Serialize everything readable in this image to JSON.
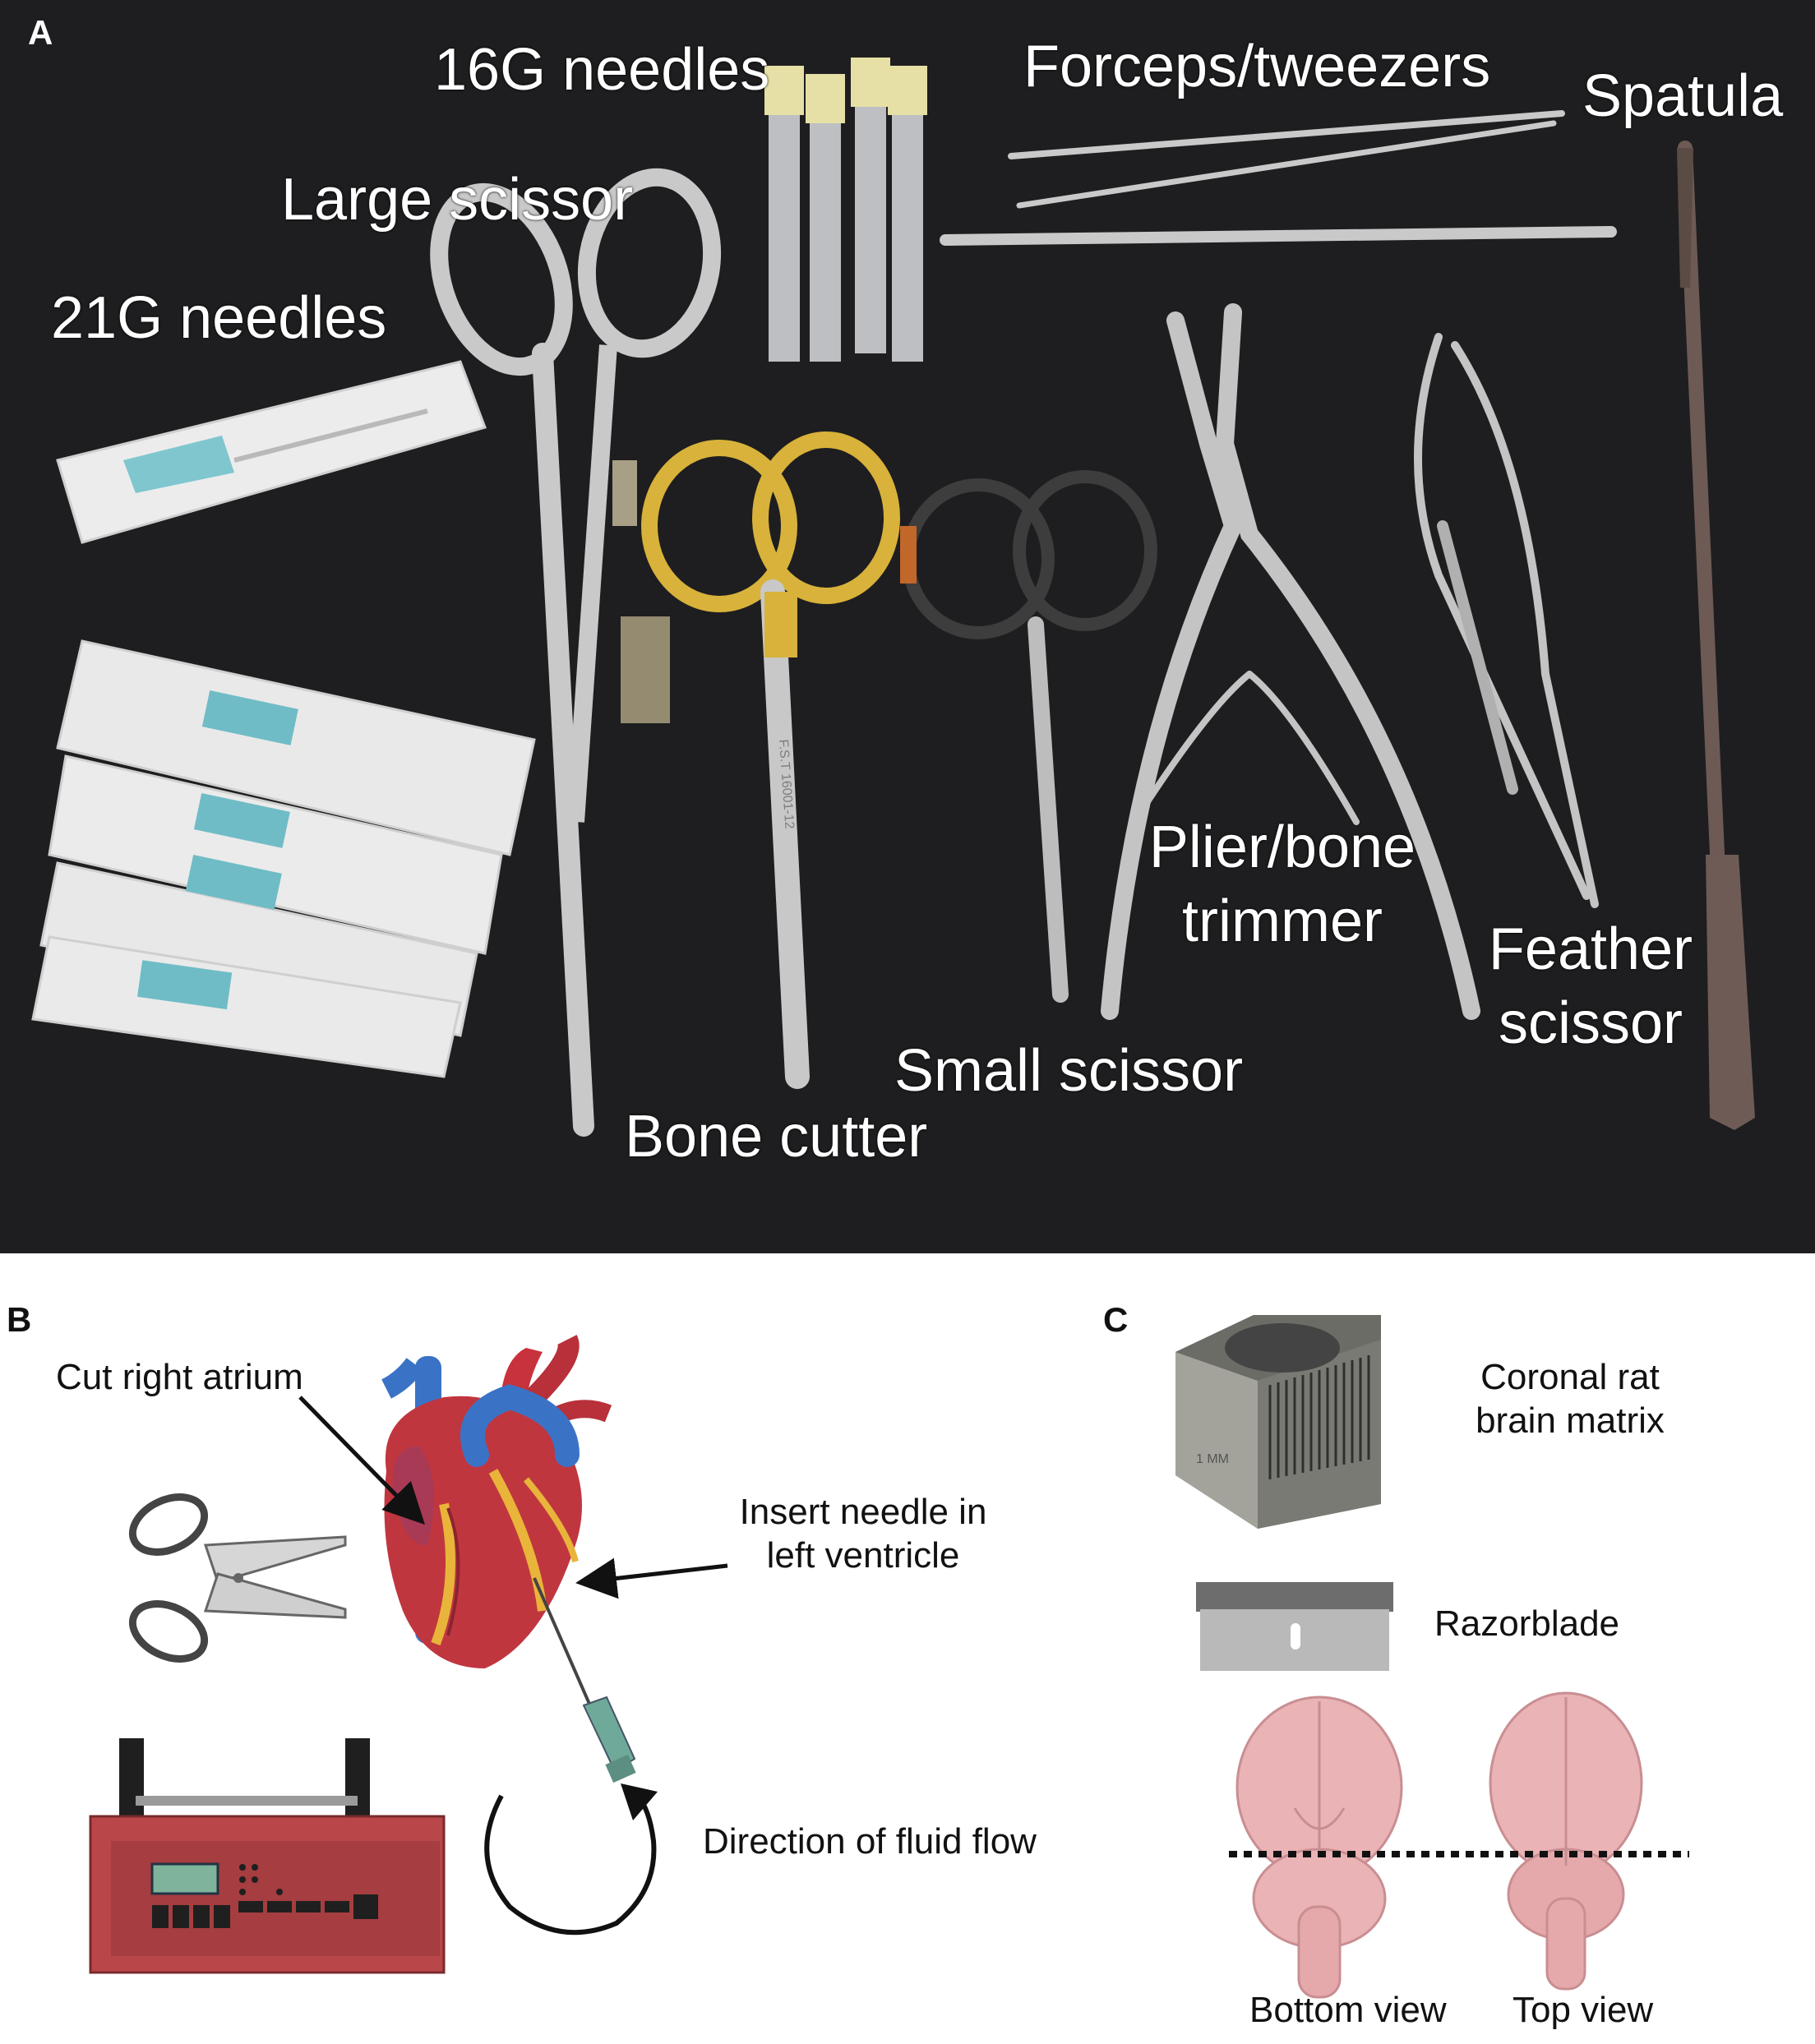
{
  "panel_a": {
    "letter": "A",
    "labels": {
      "needles_16g": "16G needles",
      "forceps": "Forceps/tweezers",
      "spatula": "Spatula",
      "large_scissor": "Large scissor",
      "needles_21g": "21G needles",
      "plier_line1": "Plier/bone",
      "plier_line2": "trimmer",
      "feather_line1": "Feather",
      "feather_line2": "scissor",
      "small_scissor": "Small scissor",
      "bone_cutter": "Bone cutter"
    },
    "instrument_text": {
      "bone_cutter_engraving": "F.S.T 16001-12"
    }
  },
  "panel_b": {
    "letter": "B",
    "labels": {
      "cut_right_atrium": "Cut right atrium",
      "insert_line1": "Insert needle in",
      "insert_line2": "left ventricle",
      "fluid_flow": "Direction of fluid flow"
    }
  },
  "panel_c": {
    "letter": "C",
    "labels": {
      "matrix_line1": "Coronal rat",
      "matrix_line2": "brain matrix",
      "razorblade": "Razorblade",
      "bottom_view": "Bottom view",
      "top_view": "Top view"
    },
    "matrix_text": "1 MM"
  },
  "colors": {
    "background_dark": "#1e1e20",
    "heart_red": "#c0363f",
    "vessel_blue": "#3a73c6",
    "pump_red": "#b9474a",
    "brain_pink": "#eab3b5"
  }
}
